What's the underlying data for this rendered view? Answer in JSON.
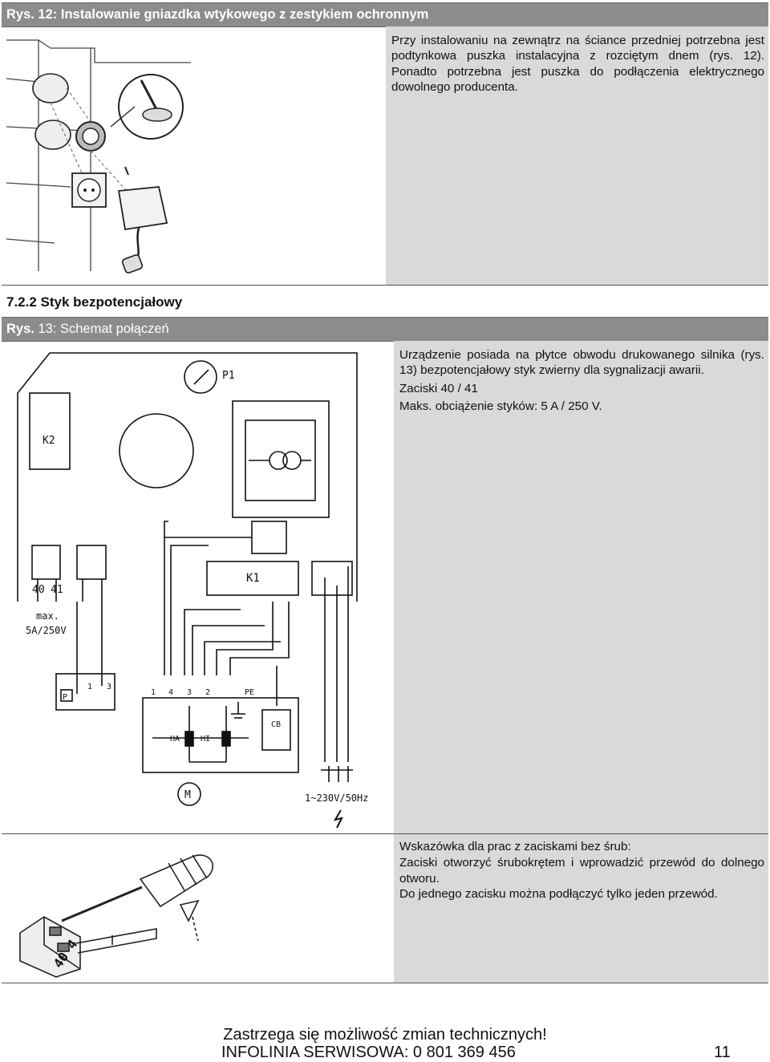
{
  "figure12": {
    "caption": "Rys. 12: Instalowanie gniazdka wtykowego z zestykiem ochronnym",
    "text": "Przy instalowaniu na zewnątrz na ściance przedniej potrzebna jest podtynkowa puszka instalacyjna z rozciętym dnem (rys. 12). Ponadto potrzebna jest puszka do podłączenia elektrycznego dowolnego producenta."
  },
  "section": {
    "title": "7.2.2 Styk bezpotencjałowy"
  },
  "figure13": {
    "caption_prefix": "Rys.",
    "caption_rest": " 13: Schemat połączeń",
    "text_line1": "Urządzenie posiada na płytce obwodu drukowanego silnika (rys. 13) bezpotencjałowy styk zwierny dla sygnalizacji awarii.",
    "text_line2": "Zaciski 40 / 41",
    "text_line3": "Maks. obciążenie styków: 5 A / 250 V.",
    "labels": {
      "p1": "P1",
      "k2": "K2",
      "k1": "K1",
      "t40": "40",
      "t41": "41",
      "max": "max.",
      "maxval": "5A/250V",
      "p": "P",
      "n1": "1",
      "n3": "3",
      "b1": "1",
      "b4": "4",
      "b3": "3",
      "b2": "2",
      "pe": "PE",
      "cb": "CB",
      "ha": "HA",
      "hi": "HI",
      "m": "M",
      "supply": "1~230V/50Hz"
    }
  },
  "tip": {
    "line1": "Wskazówka dla prac z zaciskami bez śrub:",
    "line2": "Zaciski otworzyć śrubokrętem i wprowadzić przewód do dolnego otworu.",
    "line3": "Do jednego zacisku można podłączyć tylko jeden przewód.",
    "clamp_label": "40 4"
  },
  "footer": {
    "notice": "Zastrzega się możliwość zmian technicznych!",
    "hotline": "INFOLINIA SERWISOWA: 0 801 369 456",
    "page": "11"
  }
}
